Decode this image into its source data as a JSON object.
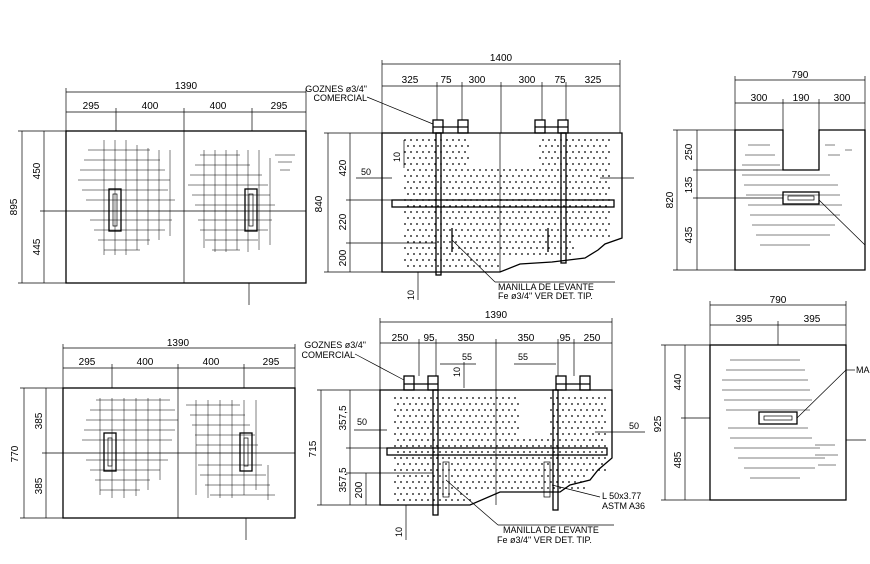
{
  "top_left": {
    "overall": "1390",
    "segments": [
      "295",
      "400",
      "400",
      "295"
    ],
    "height": "895",
    "parts": [
      "450",
      "445"
    ]
  },
  "top_mid": {
    "overall": "1400",
    "segments": [
      "325",
      "75",
      "300",
      "300",
      "75",
      "325"
    ],
    "hinge_label_1": "GOZNES ø3/4\"",
    "hinge_label_2": "COMERCIAL",
    "height": "840",
    "parts": [
      "420",
      "220",
      "200"
    ],
    "dim_10_top": "10",
    "dim_50": "50",
    "dim_10_bottom": "10",
    "handle_label_1": "MANILLA DE LEVANTE",
    "handle_label_2": "Fe ø3/4\" VER DET. TIP."
  },
  "top_right": {
    "overall": "790",
    "segments": [
      "300",
      "190",
      "300"
    ],
    "height": "820",
    "parts": [
      "250",
      "135",
      "435"
    ]
  },
  "bot_left": {
    "overall": "1390",
    "segments": [
      "295",
      "400",
      "400",
      "295"
    ],
    "height": "770",
    "parts": [
      "385",
      "385"
    ]
  },
  "bot_mid": {
    "overall": "1390",
    "segments": [
      "250",
      "95",
      "350",
      "350",
      "95",
      "250"
    ],
    "hinge_label_1": "GOZNES ø3/4\"",
    "hinge_label_2": "COMERCIAL",
    "dim_55a": "55",
    "dim_55b": "55",
    "dim_10_top": "10",
    "height": "715",
    "parts": [
      "357,5",
      "357,5",
      "200"
    ],
    "dim_50_left": "50",
    "dim_50_right": "50",
    "dim_10_bottom": "10",
    "angle_label_1": "L 50x3.77",
    "angle_label_2": "ASTM A36",
    "handle_label_1": "MANILLA DE LEVANTE",
    "handle_label_2": "Fe ø3/4\" VER DET. TIP."
  },
  "bot_right": {
    "overall": "790",
    "segments": [
      "395",
      "395"
    ],
    "height": "925",
    "parts": [
      "440",
      "485"
    ],
    "cut_label": "MA"
  }
}
